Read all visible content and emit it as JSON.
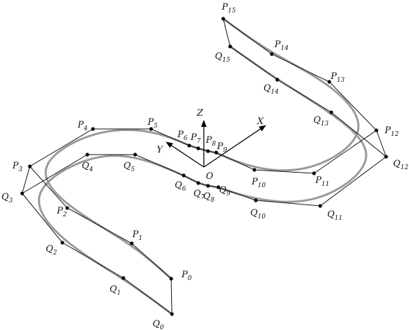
{
  "diagram": {
    "colors": {
      "polygon": "#111111",
      "curve": "#9a9a9a",
      "point": "#000000",
      "axis": "#000000"
    },
    "axes": {
      "origin_label": "O",
      "x_label": "X",
      "y_label": "Y",
      "z_label": "Z"
    },
    "P_points": [
      {
        "main": "P",
        "sub": "0"
      },
      {
        "main": "P",
        "sub": "1"
      },
      {
        "main": "P",
        "sub": "2"
      },
      {
        "main": "P",
        "sub": "3"
      },
      {
        "main": "P",
        "sub": "4"
      },
      {
        "main": "P",
        "sub": "5"
      },
      {
        "main": "P",
        "sub": "6"
      },
      {
        "main": "P",
        "sub": "7"
      },
      {
        "main": "P",
        "sub": "8"
      },
      {
        "main": "P",
        "sub": "9"
      },
      {
        "main": "P",
        "sub": "10"
      },
      {
        "main": "P",
        "sub": "11"
      },
      {
        "main": "P",
        "sub": "12"
      },
      {
        "main": "P",
        "sub": "13"
      },
      {
        "main": "P",
        "sub": "14"
      },
      {
        "main": "P",
        "sub": "15"
      }
    ],
    "Q_points": [
      {
        "main": "Q",
        "sub": "0"
      },
      {
        "main": "Q",
        "sub": "1"
      },
      {
        "main": "Q",
        "sub": "2"
      },
      {
        "main": "Q",
        "sub": "3"
      },
      {
        "main": "Q",
        "sub": "4"
      },
      {
        "main": "Q",
        "sub": "5"
      },
      {
        "main": "Q",
        "sub": "6"
      },
      {
        "main": "Q",
        "sub": "7"
      },
      {
        "main": "Q",
        "sub": "8"
      },
      {
        "main": "Q",
        "sub": "9"
      },
      {
        "main": "Q",
        "sub": "10"
      },
      {
        "main": "Q",
        "sub": "11"
      },
      {
        "main": "Q",
        "sub": "12"
      },
      {
        "main": "Q",
        "sub": "13"
      },
      {
        "main": "Q",
        "sub": "14"
      },
      {
        "main": "Q",
        "sub": "15"
      }
    ]
  }
}
